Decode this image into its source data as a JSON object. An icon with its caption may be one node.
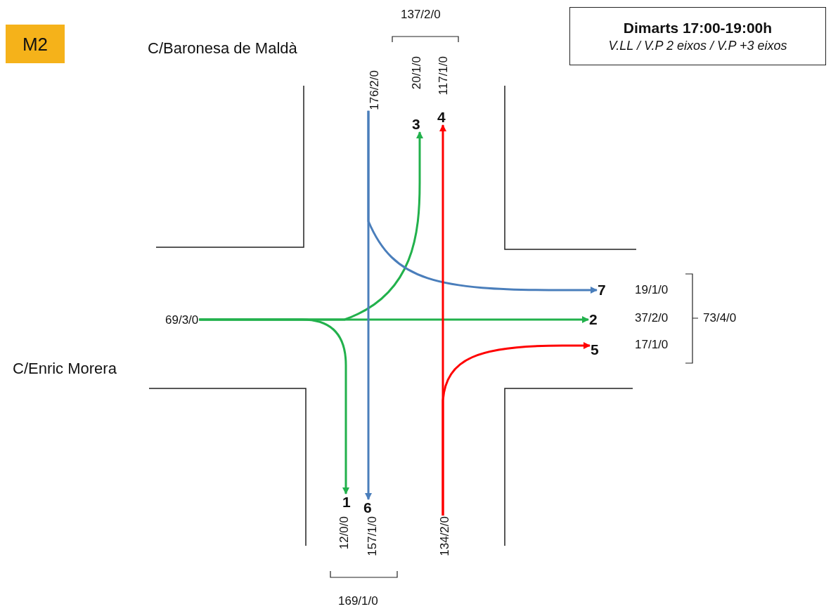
{
  "diagram": {
    "nodes": [
      {
        "text": [
          "M2"
        ]
      },
      {
        "text": [
          "Dimarts 17:00-19:00h",
          "V.LL / V.P 2 eixos / V.P +3 eixos"
        ]
      },
      {
        "text": [
          "69/3/0"
        ]
      },
      {
        "text": [
          "176/2/0"
        ]
      },
      {
        "text": [
          "134/2/0"
        ]
      },
      {
        "text": [
          "1"
        ]
      },
      {
        "text": [
          "2"
        ]
      },
      {
        "text": [
          "3"
        ]
      },
      {
        "text": [
          "4"
        ]
      },
      {
        "text": [
          "5"
        ]
      },
      {
        "text": [
          "6"
        ]
      },
      {
        "text": [
          "7"
        ]
      }
    ],
    "edges": [
      {
        "from": 2,
        "to": 5,
        "arrow": "to",
        "color": "#22b14c"
      },
      {
        "from": 2,
        "to": 6,
        "arrow": "to",
        "color": "#22b14c"
      },
      {
        "from": 2,
        "to": 7,
        "arrow": "to",
        "color": "#22b14c"
      },
      {
        "from": 3,
        "to": 10,
        "arrow": "to",
        "color": "#4a7ebb"
      },
      {
        "from": 3,
        "to": 11,
        "arrow": "to",
        "color": "#4a7ebb"
      },
      {
        "from": 4,
        "to": 8,
        "arrow": "to",
        "color": "#ff0000"
      },
      {
        "from": 4,
        "to": 9,
        "arrow": "to",
        "color": "#ff0000"
      }
    ],
    "labels": [
      "137/2/0",
      "C/Baronesa de Maldà",
      "20/1/0",
      "117/1/0",
      "19/1/0",
      "37/2/0",
      "73/4/0",
      "C/Enric Morera",
      "17/1/0",
      "12/0/0",
      "157/1/0",
      "169/1/0"
    ]
  }
}
